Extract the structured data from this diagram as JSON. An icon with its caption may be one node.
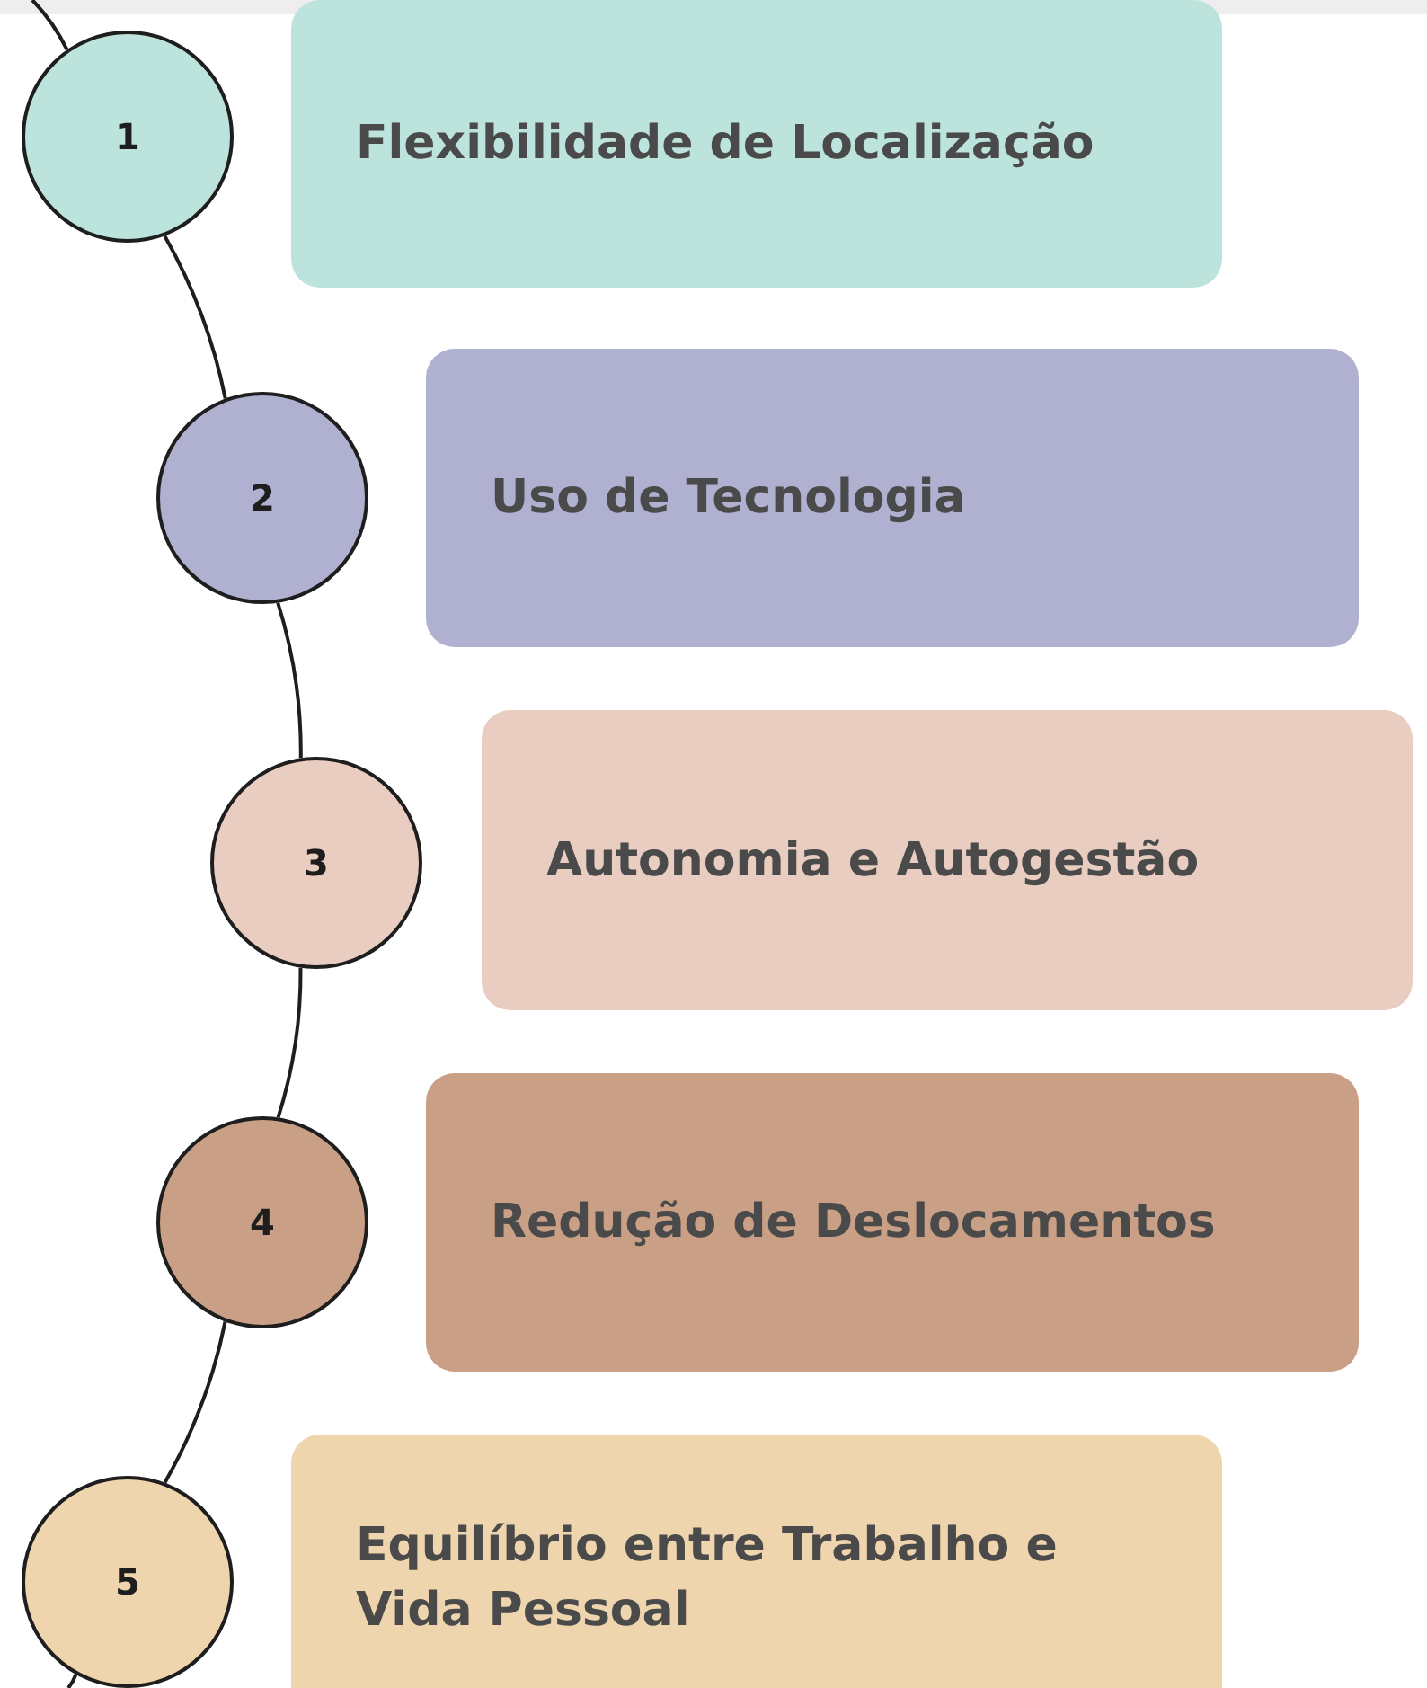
{
  "diagram": {
    "nodes": [
      {
        "text": [
          "1"
        ]
      },
      {
        "text": [
          "Flexibilidade de Localização"
        ]
      },
      {
        "text": [
          "2"
        ]
      },
      {
        "text": [
          "Uso de Tecnologia"
        ]
      },
      {
        "text": [
          "3"
        ]
      },
      {
        "text": [
          "Autonomia e Autogestão"
        ]
      },
      {
        "text": [
          "4"
        ]
      },
      {
        "text": [
          "Redução de Deslocamentos"
        ]
      },
      {
        "text": [
          "5"
        ]
      },
      {
        "text": [
          "Equilíbrio entre Trabalho e Vida Pessoal"
        ]
      }
    ],
    "edges": [
      {
        "from": null,
        "to": 0,
        "arrow": "none"
      },
      {
        "from": 0,
        "to": 2,
        "arrow": "none"
      },
      {
        "from": 2,
        "to": 4,
        "arrow": "none"
      },
      {
        "from": 4,
        "to": 6,
        "arrow": "none"
      },
      {
        "from": 6,
        "to": 8,
        "arrow": "none"
      },
      {
        "from": 8,
        "to": null,
        "arrow": "none"
      }
    ]
  }
}
